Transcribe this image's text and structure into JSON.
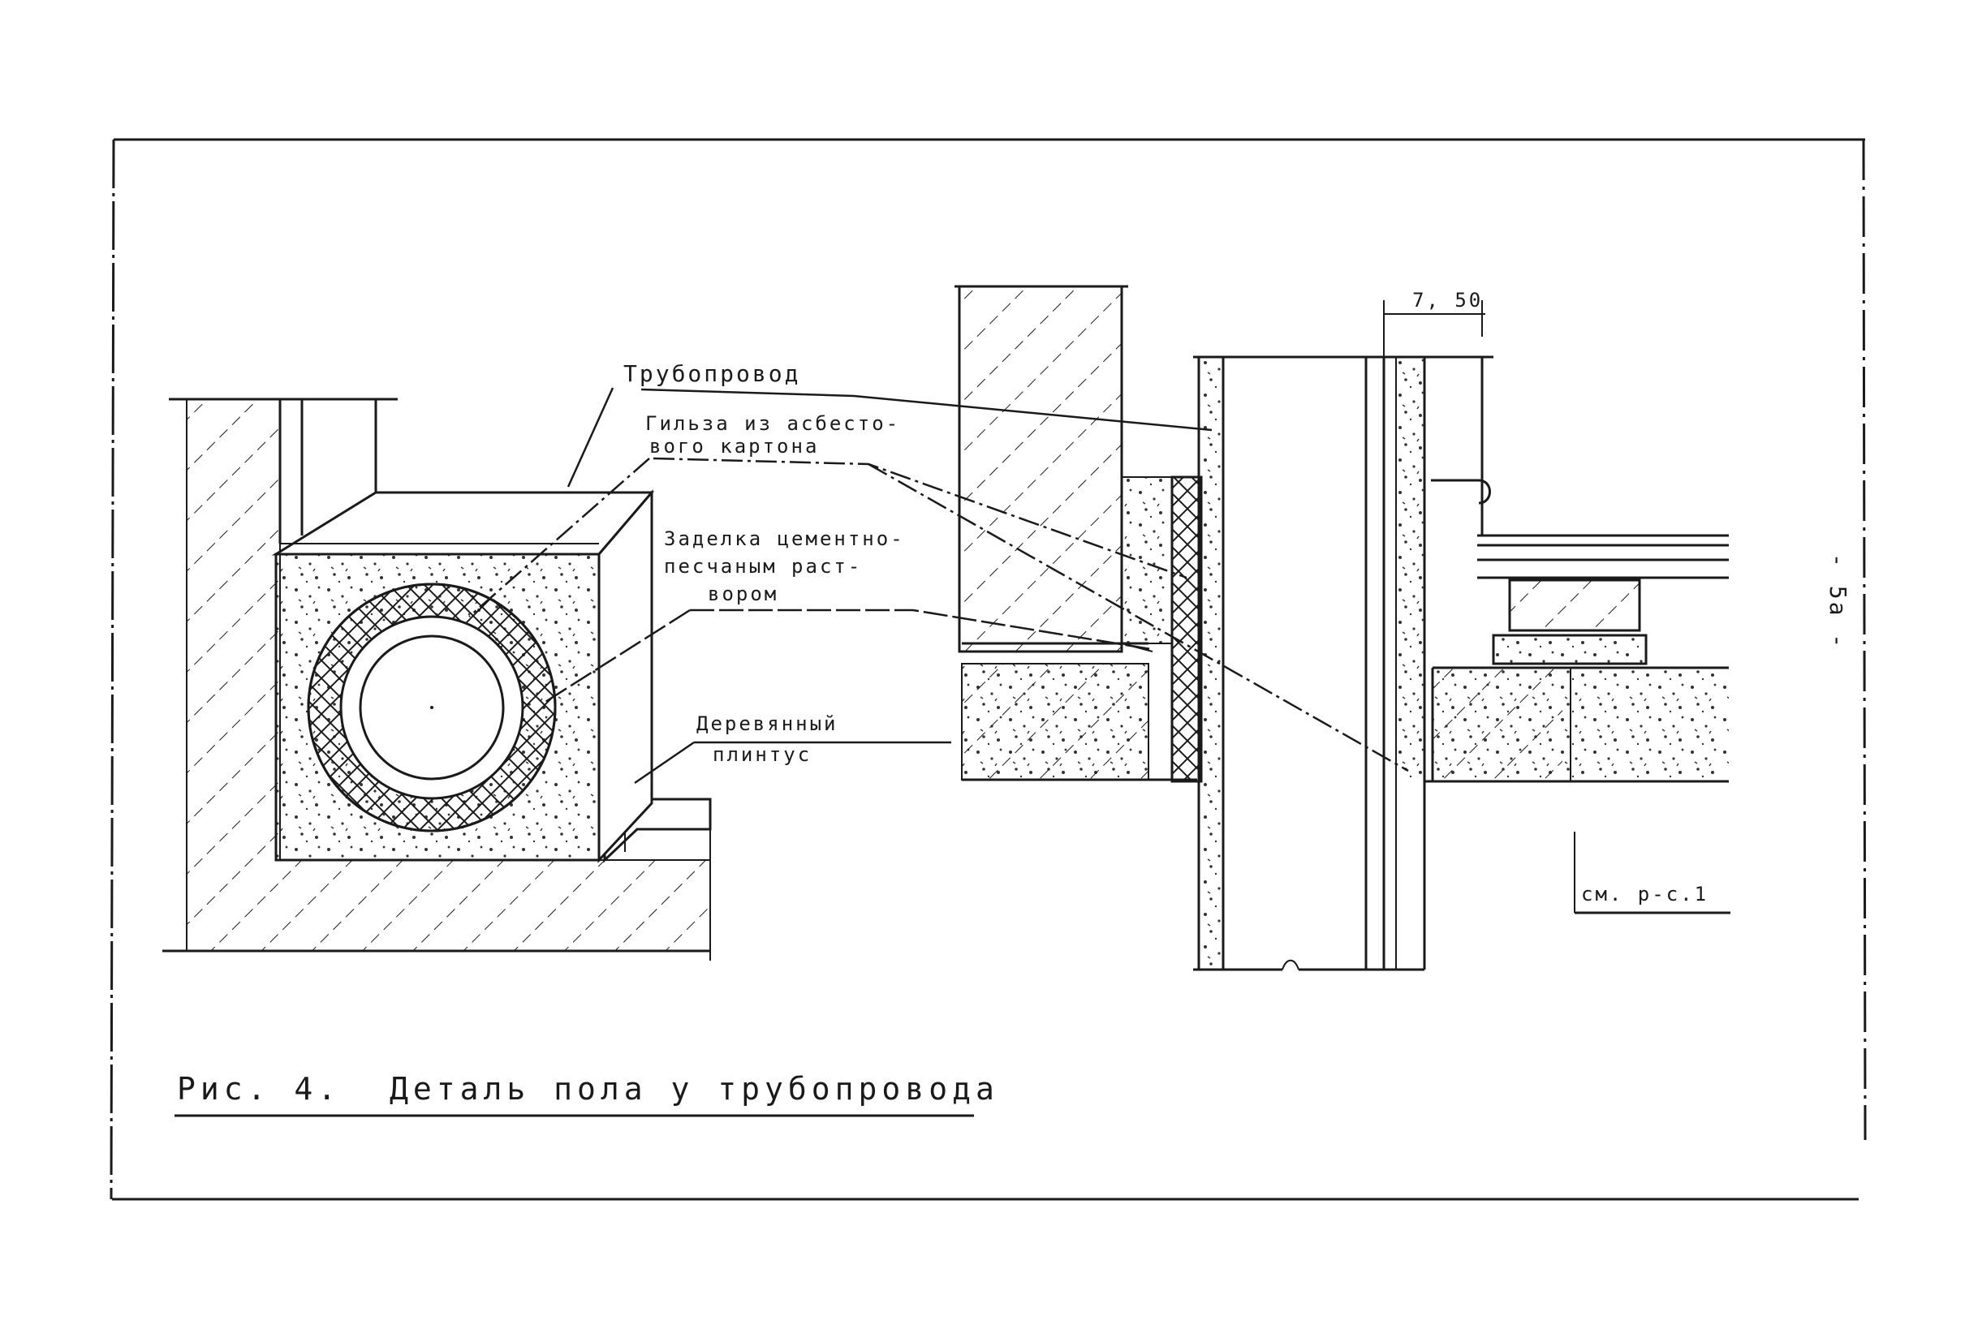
{
  "labels": {
    "pipeline": "Трубопровод",
    "sleeve_line1": "Гильза из асбесто-",
    "sleeve_line2": "вого картона",
    "sealing_line1": "Заделка цементно-",
    "sealing_line2": "песчаным раст-",
    "sealing_line3": "вором",
    "plinth_line1": "Деревянный",
    "plinth_line2": "плинтус",
    "dimension": "7, 50",
    "reference": "см. р-с.1",
    "page_number": "- 5а -"
  },
  "caption": {
    "figure": "Рис. 4.",
    "title": "Деталь пола у трубопровода"
  },
  "colors": {
    "ink": "#1a1a1a",
    "paper": "#ffffff",
    "concrete_dot": "#333333"
  }
}
